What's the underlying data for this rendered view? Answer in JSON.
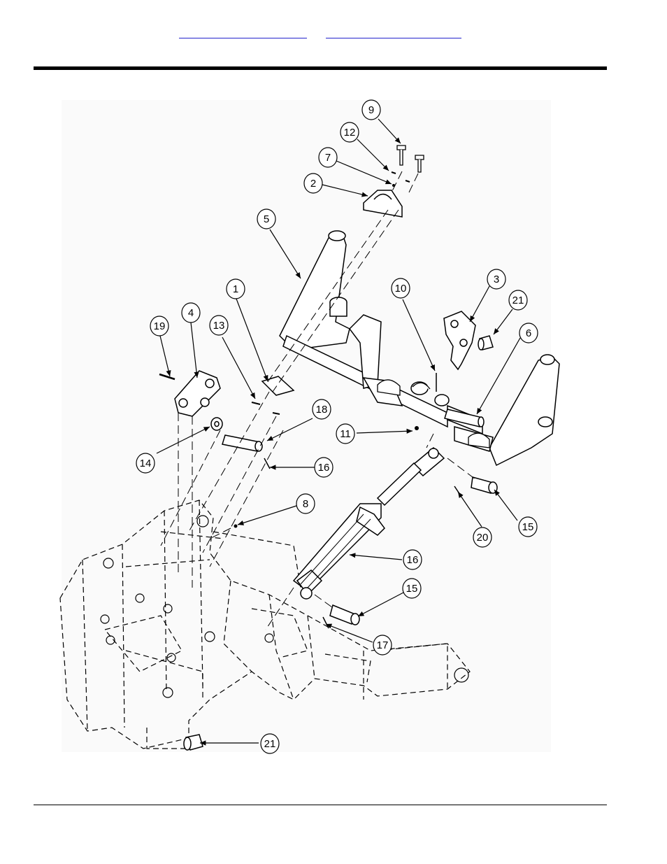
{
  "header": {
    "links": [
      {
        "text": ""
      },
      {
        "text": ""
      }
    ]
  },
  "diagram": {
    "callouts": [
      "9",
      "12",
      "7",
      "2",
      "5",
      "1",
      "13",
      "19",
      "4",
      "10",
      "3",
      "21",
      "6",
      "18",
      "11",
      "14",
      "16",
      "8",
      "15",
      "20",
      "16",
      "15",
      "17",
      "21"
    ]
  }
}
